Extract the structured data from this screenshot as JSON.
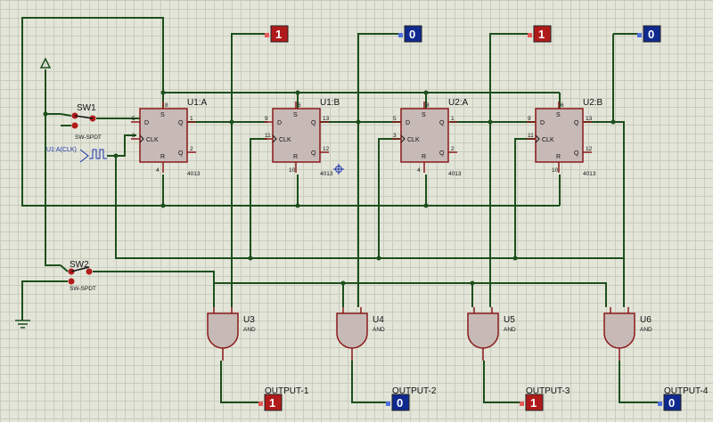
{
  "switches": [
    {
      "label": "SW1",
      "type": "SW-SPDT"
    },
    {
      "label": "SW2",
      "type": "SW-SPDT"
    }
  ],
  "clock": {
    "label": "U1:A(CLK)"
  },
  "flipflops": [
    {
      "ref": "U1:A",
      "part": "4013",
      "pins": {
        "d": "5",
        "clk": "3",
        "q": "1",
        "qb": "2",
        "s": "8",
        "r": "4"
      }
    },
    {
      "ref": "U1:B",
      "part": "4013",
      "pins": {
        "d": "9",
        "clk": "11",
        "q": "13",
        "qb": "12",
        "s": "6",
        "r": "10"
      }
    },
    {
      "ref": "U2:A",
      "part": "4013",
      "pins": {
        "d": "5",
        "clk": "3",
        "q": "1",
        "qb": "2",
        "s": "8",
        "r": "4"
      }
    },
    {
      "ref": "U2:B",
      "part": "4013",
      "pins": {
        "d": "9",
        "clk": "11",
        "q": "13",
        "qb": "12",
        "s": "6",
        "r": "10"
      }
    }
  ],
  "ff_pin_names": {
    "d": "D",
    "clk": "CLK",
    "q": "Q",
    "qb": "Q",
    "s": "S",
    "r": "R"
  },
  "gates": [
    {
      "ref": "U3",
      "type": "AND"
    },
    {
      "ref": "U4",
      "type": "AND"
    },
    {
      "ref": "U5",
      "type": "AND"
    },
    {
      "ref": "U6",
      "type": "AND"
    }
  ],
  "top_probes": [
    "1",
    "0",
    "1",
    "0"
  ],
  "outputs": [
    {
      "label": "OUTPUT-1",
      "value": "1"
    },
    {
      "label": "OUTPUT-2",
      "value": "0"
    },
    {
      "label": "OUTPUT-3",
      "value": "1"
    },
    {
      "label": "OUTPUT-4",
      "value": "0"
    }
  ],
  "colors": {
    "logic_high": "#b11a1a",
    "logic_low": "#0f2a8f",
    "wire": "#1c4f1c",
    "chip_body": "#c7b9b6",
    "grid": "#e3e5d9"
  }
}
